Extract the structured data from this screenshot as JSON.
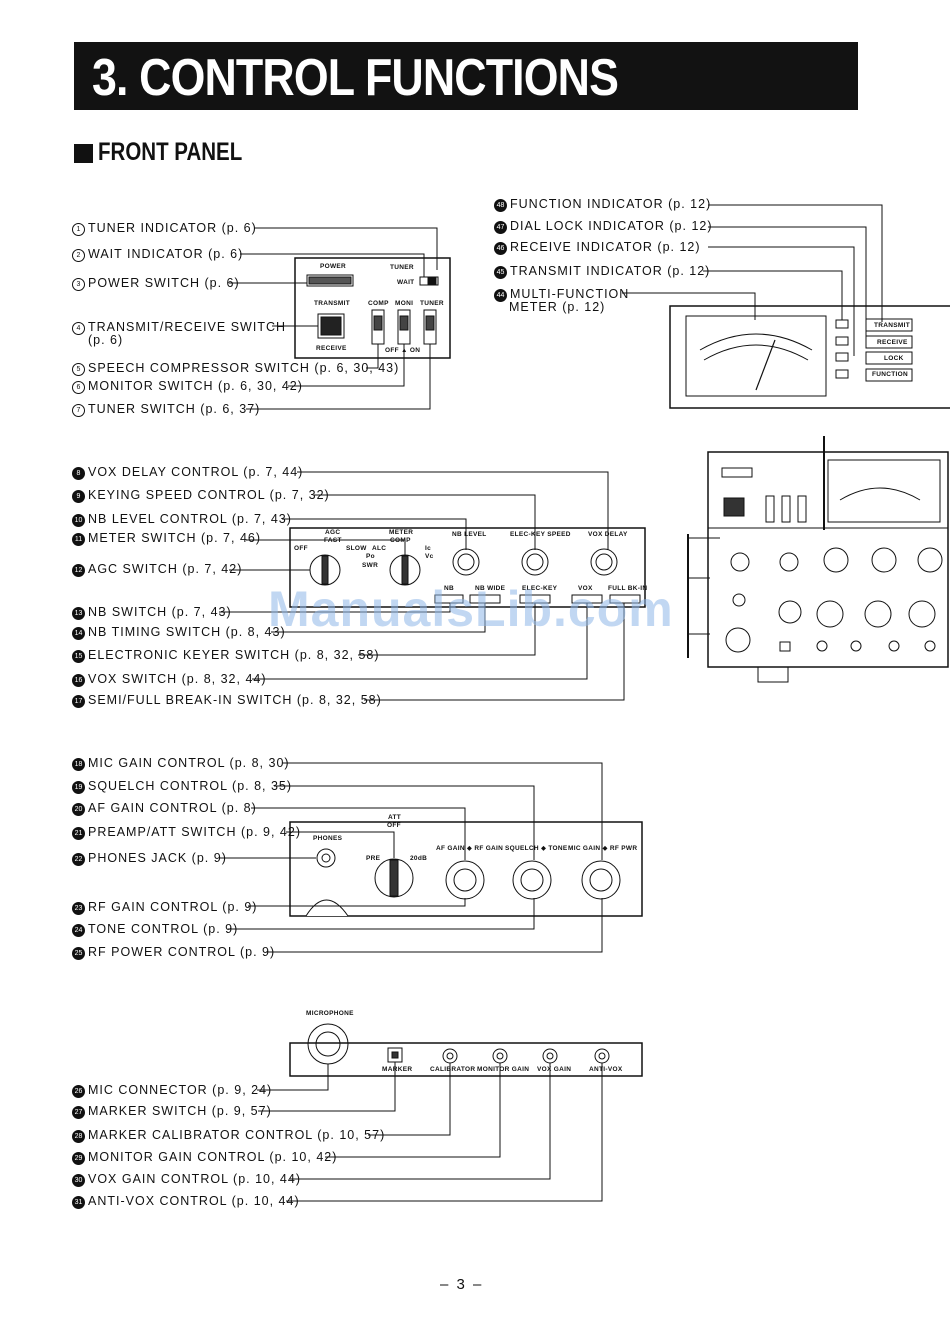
{
  "header": {
    "title": "3. CONTROL FUNCTIONS"
  },
  "section": {
    "title": "FRONT PANEL"
  },
  "group1": [
    {
      "num": "1",
      "text": "TUNER  INDICATOR  (p. 6)"
    },
    {
      "num": "2",
      "text": "WAIT  INDICATOR  (p. 6)"
    },
    {
      "num": "3",
      "text": "POWER  SWITCH  (p. 6)"
    },
    {
      "num": "4",
      "text": "TRANSMIT/RECEIVE  SWITCH"
    },
    {
      "num": "5",
      "text": "SPEECH  COMPRESSOR  SWITCH  (p. 6, 30, 43)"
    },
    {
      "num": "6",
      "text": "MONITOR  SWITCH  (p. 6, 30, 42)"
    },
    {
      "num": "7",
      "text": "TUNER  SWITCH  (p. 6, 37)"
    }
  ],
  "group1_extra": {
    "page_ref": "(p. 6)"
  },
  "group_meter": [
    {
      "num": "48",
      "text": "FUNCTION  INDICATOR  (p. 12)"
    },
    {
      "num": "47",
      "text": "DIAL  LOCK  INDICATOR  (p. 12)"
    },
    {
      "num": "46",
      "text": "RECEIVE  INDICATOR  (p. 12)"
    },
    {
      "num": "45",
      "text": "TRANSMIT  INDICATOR  (p. 12)"
    },
    {
      "num": "44",
      "text": "MULTI-FUNCTION"
    }
  ],
  "group_meter_extra": {
    "meter_ref": "METER  (p. 12)"
  },
  "group2": [
    {
      "num": "8",
      "text": "VOX  DELAY  CONTROL  (p. 7, 44)"
    },
    {
      "num": "9",
      "text": "KEYING  SPEED  CONTROL  (p. 7, 32)"
    },
    {
      "num": "10",
      "text": "NB  LEVEL  CONTROL  (p. 7, 43)"
    },
    {
      "num": "11",
      "text": "METER  SWITCH  (p. 7, 46)"
    },
    {
      "num": "12",
      "text": "AGC  SWITCH  (p. 7, 42)"
    },
    {
      "num": "13",
      "text": "NB  SWITCH  (p. 7, 43)"
    },
    {
      "num": "14",
      "text": "NB  TIMING  SWITCH  (p. 8, 43)"
    },
    {
      "num": "15",
      "text": "ELECTRONIC  KEYER  SWITCH  (p. 8, 32, 58)"
    },
    {
      "num": "16",
      "text": "VOX  SWITCH  (p. 8, 32, 44)"
    },
    {
      "num": "17",
      "text": "SEMI/FULL  BREAK-IN  SWITCH  (p. 8, 32, 58)"
    }
  ],
  "group3": [
    {
      "num": "18",
      "text": "MIC  GAIN  CONTROL  (p. 8, 30)"
    },
    {
      "num": "19",
      "text": "SQUELCH  CONTROL  (p. 8, 35)"
    },
    {
      "num": "20",
      "text": "AF  GAIN  CONTROL  (p. 8)"
    },
    {
      "num": "21",
      "text": "PREAMP/ATT  SWITCH  (p. 9, 42)"
    },
    {
      "num": "22",
      "text": "PHONES  JACK  (p. 9)"
    },
    {
      "num": "23",
      "text": "RF  GAIN  CONTROL  (p. 9)"
    },
    {
      "num": "24",
      "text": "TONE  CONTROL  (p. 9)"
    },
    {
      "num": "25",
      "text": "RF  POWER  CONTROL  (p. 9)"
    }
  ],
  "group4": [
    {
      "num": "26",
      "text": "MIC  CONNECTOR  (p. 9, 24)"
    },
    {
      "num": "27",
      "text": "MARKER  SWITCH  (p. 9, 57)"
    },
    {
      "num": "28",
      "text": "MARKER  CALIBRATOR  CONTROL  (p. 10, 57)"
    },
    {
      "num": "29",
      "text": "MONITOR  GAIN  CONTROL  (p. 10, 42)"
    },
    {
      "num": "30",
      "text": "VOX  GAIN  CONTROL  (p. 10, 44)"
    },
    {
      "num": "31",
      "text": "ANTI-VOX  CONTROL  (p. 10, 44)"
    }
  ],
  "panel1": {
    "power": "POWER",
    "tuner": "TUNER",
    "wait": "WAIT",
    "transmit": "TRANSMIT",
    "receive": "RECEIVE",
    "comp": "COMP",
    "moni": "MONI",
    "tuner2": "TUNER",
    "offon": "OFF ▲ ON"
  },
  "panel_meter": {
    "transmit": "TRANSMIT",
    "receive": "RECEIVE",
    "lock": "LOCK",
    "function": "FUNCTION"
  },
  "panel2": {
    "agc": "AGC",
    "fast": "FAST",
    "off": "OFF",
    "slow": "SLOW",
    "meter": "METER",
    "comp": "COMP",
    "alc": "ALC",
    "po": "Po",
    "swr": "SWR",
    "ic": "Ic",
    "vc": "Vc",
    "nb_level": "NB LEVEL",
    "elec_key_speed": "ELEC-KEY SPEED",
    "vox_delay": "VOX DELAY",
    "nb": "NB",
    "nb_wide": "NB WIDE",
    "elec_key": "ELEC-KEY",
    "vox": "VOX",
    "full_bkin": "FULL BK-IN"
  },
  "panel3": {
    "phones": "PHONES",
    "att": "ATT",
    "off": "OFF",
    "pre": "PRE",
    "db20": "20dB",
    "af_rf": "AF GAIN ◆ RF GAIN",
    "sq_tone": "SQUELCH ◆ TONE",
    "mic_rf": "MIC GAIN ◆ RF PWR"
  },
  "panel4": {
    "microphone": "MICROPHONE",
    "marker": "MARKER",
    "calibrator": "CALIBRATOR",
    "monitor_gain": "MONITOR GAIN",
    "vox_gain": "VOX GAIN",
    "anti_vox": "ANTI-VOX"
  },
  "watermark": "ManualsLib.com",
  "footer": {
    "page": "– 3 –"
  }
}
